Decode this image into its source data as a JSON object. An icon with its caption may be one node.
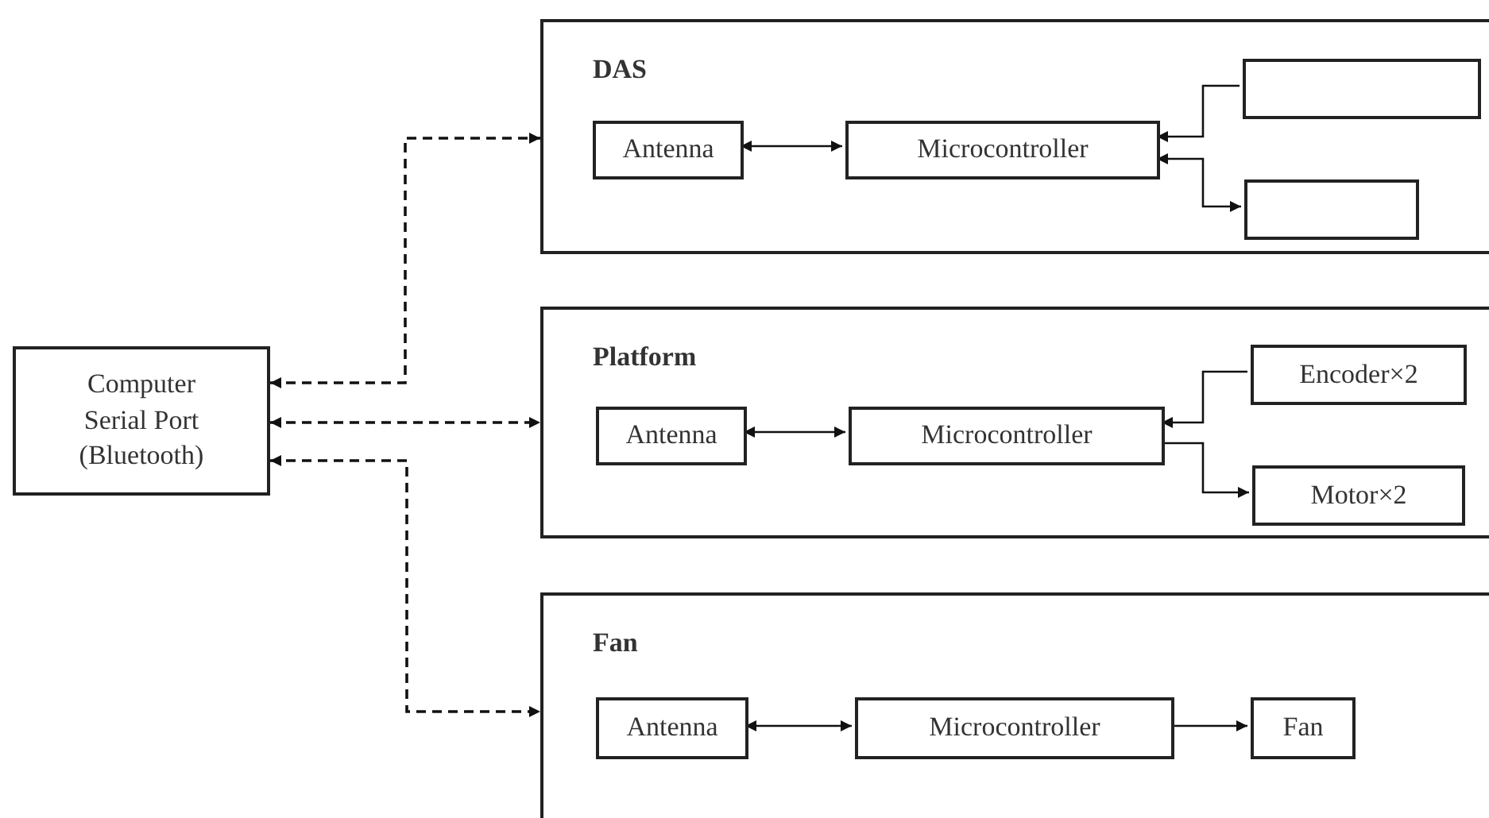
{
  "diagram": {
    "nodes": [
      {
        "text": [
          "Computer Serial Port (Bluetooth)"
        ]
      },
      {
        "text": [
          "DAS"
        ]
      },
      {
        "text": [
          "Antenna"
        ],
        "in": 1
      },
      {
        "text": [
          "Microcontroller"
        ],
        "in": 1
      },
      {
        "text": [],
        "shape": "box",
        "in": 1
      },
      {
        "text": [],
        "shape": "box",
        "in": 1
      },
      {
        "text": [
          "Platform"
        ]
      },
      {
        "text": [
          "Antenna"
        ],
        "in": 6
      },
      {
        "text": [
          "Microcontroller"
        ],
        "in": 6
      },
      {
        "text": [
          "Encoder×2"
        ],
        "in": 6
      },
      {
        "text": [
          "Motor×2"
        ],
        "in": 6
      },
      {
        "text": [
          "Fan"
        ]
      },
      {
        "text": [
          "Antenna"
        ],
        "in": 11
      },
      {
        "text": [
          "Microcontroller"
        ],
        "in": 11
      },
      {
        "text": [
          "Fan"
        ],
        "in": 11
      }
    ],
    "edges": [
      {
        "from": 0,
        "to": 1,
        "arrow": "both",
        "style": "dashed"
      },
      {
        "from": 0,
        "to": 6,
        "arrow": "both",
        "style": "dashed"
      },
      {
        "from": 0,
        "to": 11,
        "arrow": "both",
        "style": "dashed"
      },
      {
        "from": 2,
        "to": 3,
        "arrow": "both"
      },
      {
        "from": 4,
        "to": 3,
        "arrow": "to"
      },
      {
        "from": 3,
        "to": 5,
        "arrow": "both"
      },
      {
        "from": 7,
        "to": 8,
        "arrow": "both"
      },
      {
        "from": 9,
        "to": 8,
        "arrow": "to"
      },
      {
        "from": 8,
        "to": 10,
        "arrow": "to"
      },
      {
        "from": 12,
        "to": 13,
        "arrow": "both"
      },
      {
        "from": 13,
        "to": 14,
        "arrow": "to"
      }
    ]
  }
}
